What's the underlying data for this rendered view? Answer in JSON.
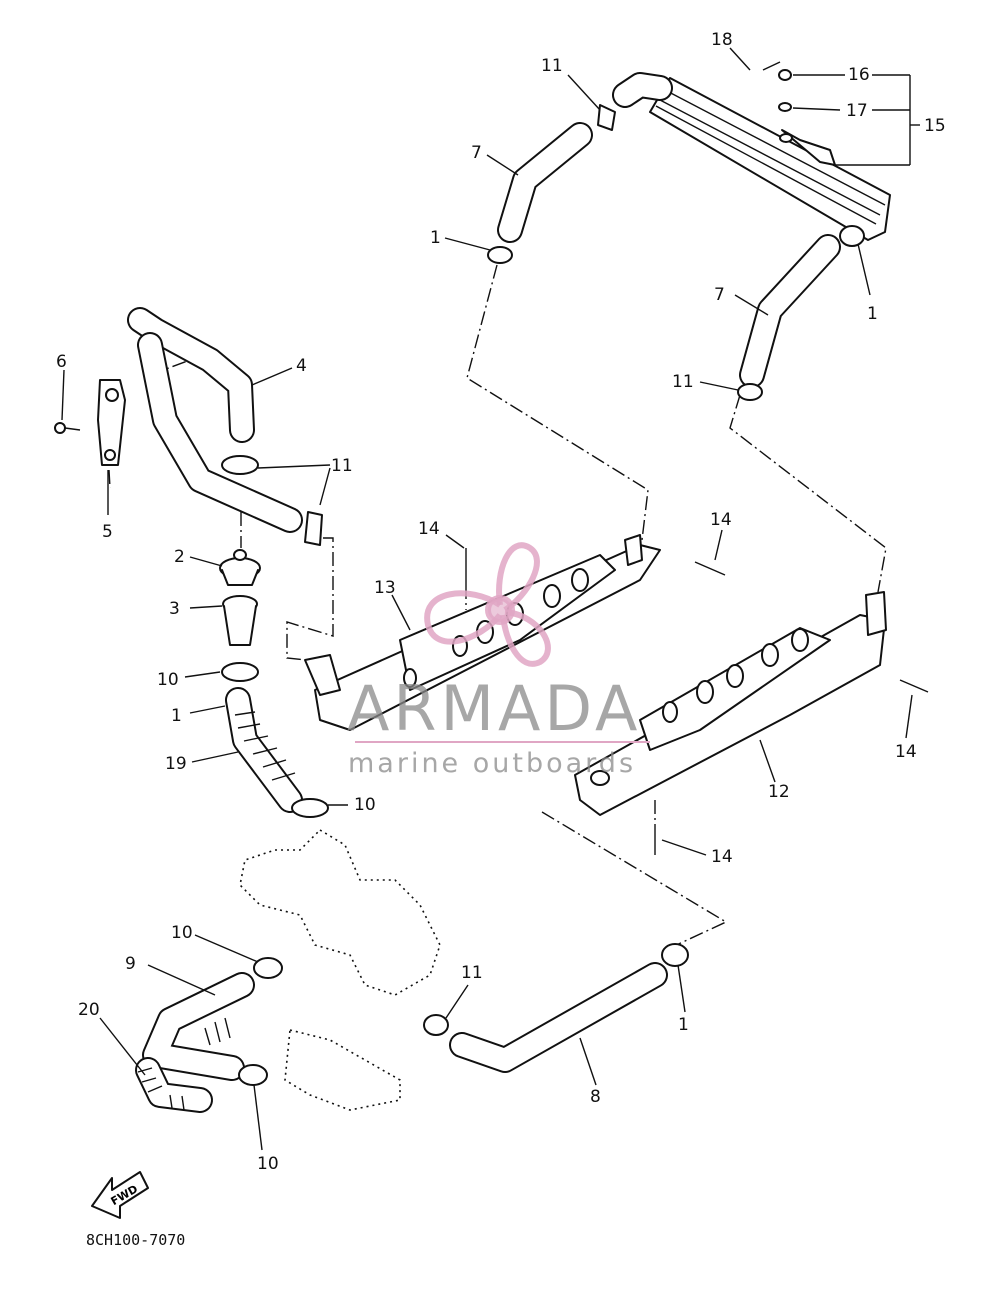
{
  "diagram": {
    "callouts": [
      {
        "label": "18"
      },
      {
        "label": "11"
      },
      {
        "label": "16"
      },
      {
        "label": "17"
      },
      {
        "label": "15"
      },
      {
        "label": "7"
      },
      {
        "label": "1"
      },
      {
        "label": "1"
      },
      {
        "label": "7"
      },
      {
        "label": "11"
      },
      {
        "label": "6"
      },
      {
        "label": "4"
      },
      {
        "label": "11"
      },
      {
        "label": "5"
      },
      {
        "label": "2"
      },
      {
        "label": "14"
      },
      {
        "label": "14"
      },
      {
        "label": "3"
      },
      {
        "label": "13"
      },
      {
        "label": "10"
      },
      {
        "label": "1"
      },
      {
        "label": "19"
      },
      {
        "label": "10"
      },
      {
        "label": "14"
      },
      {
        "label": "12"
      },
      {
        "label": "14"
      },
      {
        "label": "10"
      },
      {
        "label": "9"
      },
      {
        "label": "11"
      },
      {
        "label": "20"
      },
      {
        "label": "1"
      },
      {
        "label": "8"
      },
      {
        "label": "10"
      }
    ],
    "drawing_code": "8CH100-7070",
    "fwd_arrow_text": "FWD"
  },
  "watermark": {
    "title": "ARMADA",
    "subtitle": "marine outboards",
    "color": "#e0a6c4"
  }
}
